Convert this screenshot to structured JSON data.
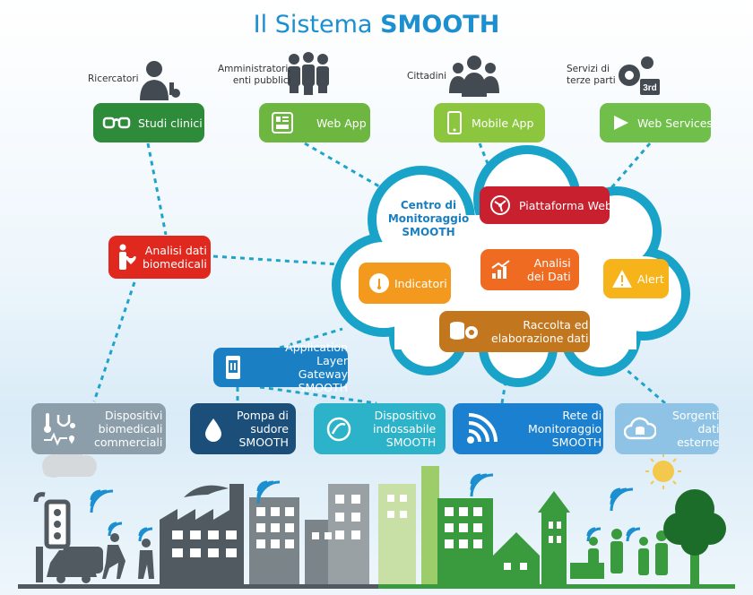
{
  "title": {
    "prefix": "Il Sistema",
    "bold": "SMOOTH"
  },
  "actors": {
    "ricercatori": "Ricercatori",
    "amministratori": "Amministratori,\nenti pubblici",
    "cittadini": "Cittadini",
    "servizi": "Servizi di\nterze parti"
  },
  "top_boxes": {
    "studi": {
      "label": "Studi clinici",
      "color": "#2e8b3a",
      "icon": "glasses-icon"
    },
    "webapp": {
      "label": "Web App",
      "color": "#6db63f",
      "icon": "web-app-icon"
    },
    "mobile": {
      "label": "Mobile App",
      "color": "#8cc63f",
      "icon": "smartphone-icon"
    },
    "webservices": {
      "label": "Web Services",
      "color": "#6fbf4a",
      "icon": "plug-icon"
    }
  },
  "left_boxes": {
    "analisi": {
      "label": "Analisi dati\nbiomedicali",
      "color": "#e0281e",
      "icon": "heart-person-icon"
    },
    "gateway": {
      "label": "Application Layer\nGateway SMOOTH",
      "color": "#1b7fc4",
      "icon": "gateway-phone-icon"
    }
  },
  "cloud": {
    "title": "Centro di\nMonitoraggio\nSMOOTH",
    "piattaforma": {
      "label": "Piattaforma Web",
      "color": "#c8202e"
    },
    "indicatori": {
      "label": "Indicatori",
      "color": "#f39a1e"
    },
    "analisi": {
      "label": "Analisi\ndei Dati",
      "color": "#ef6b22"
    },
    "alert": {
      "label": "Alert",
      "color": "#f6b41a"
    },
    "raccolta": {
      "label": "Raccolta ed\nelaborazione dati",
      "color": "#c2761e"
    }
  },
  "bottom_boxes": {
    "dispositivi": {
      "label": "Dispositivi\nbiomedicali\ncommerciali",
      "color": "#8d9eab"
    },
    "pompa": {
      "label": "Pompa di\nsudore\nSMOOTH",
      "color": "#1b4f7a"
    },
    "indossabile": {
      "label": "Dispositivo\nindossabile\nSMOOTH",
      "color": "#2cb3c9"
    },
    "rete": {
      "label": "Rete di\nMonitoraggio\nSMOOTH",
      "color": "#1a80cf"
    },
    "sorgenti": {
      "label": "Sorgenti\ndati\nesterne",
      "color": "#8fc3e6"
    }
  },
  "colors": {
    "accent": "#1b8fd0",
    "connector": "#1ea4c9",
    "city_gray": "#505a60",
    "city_green": "#3a9a3e"
  }
}
